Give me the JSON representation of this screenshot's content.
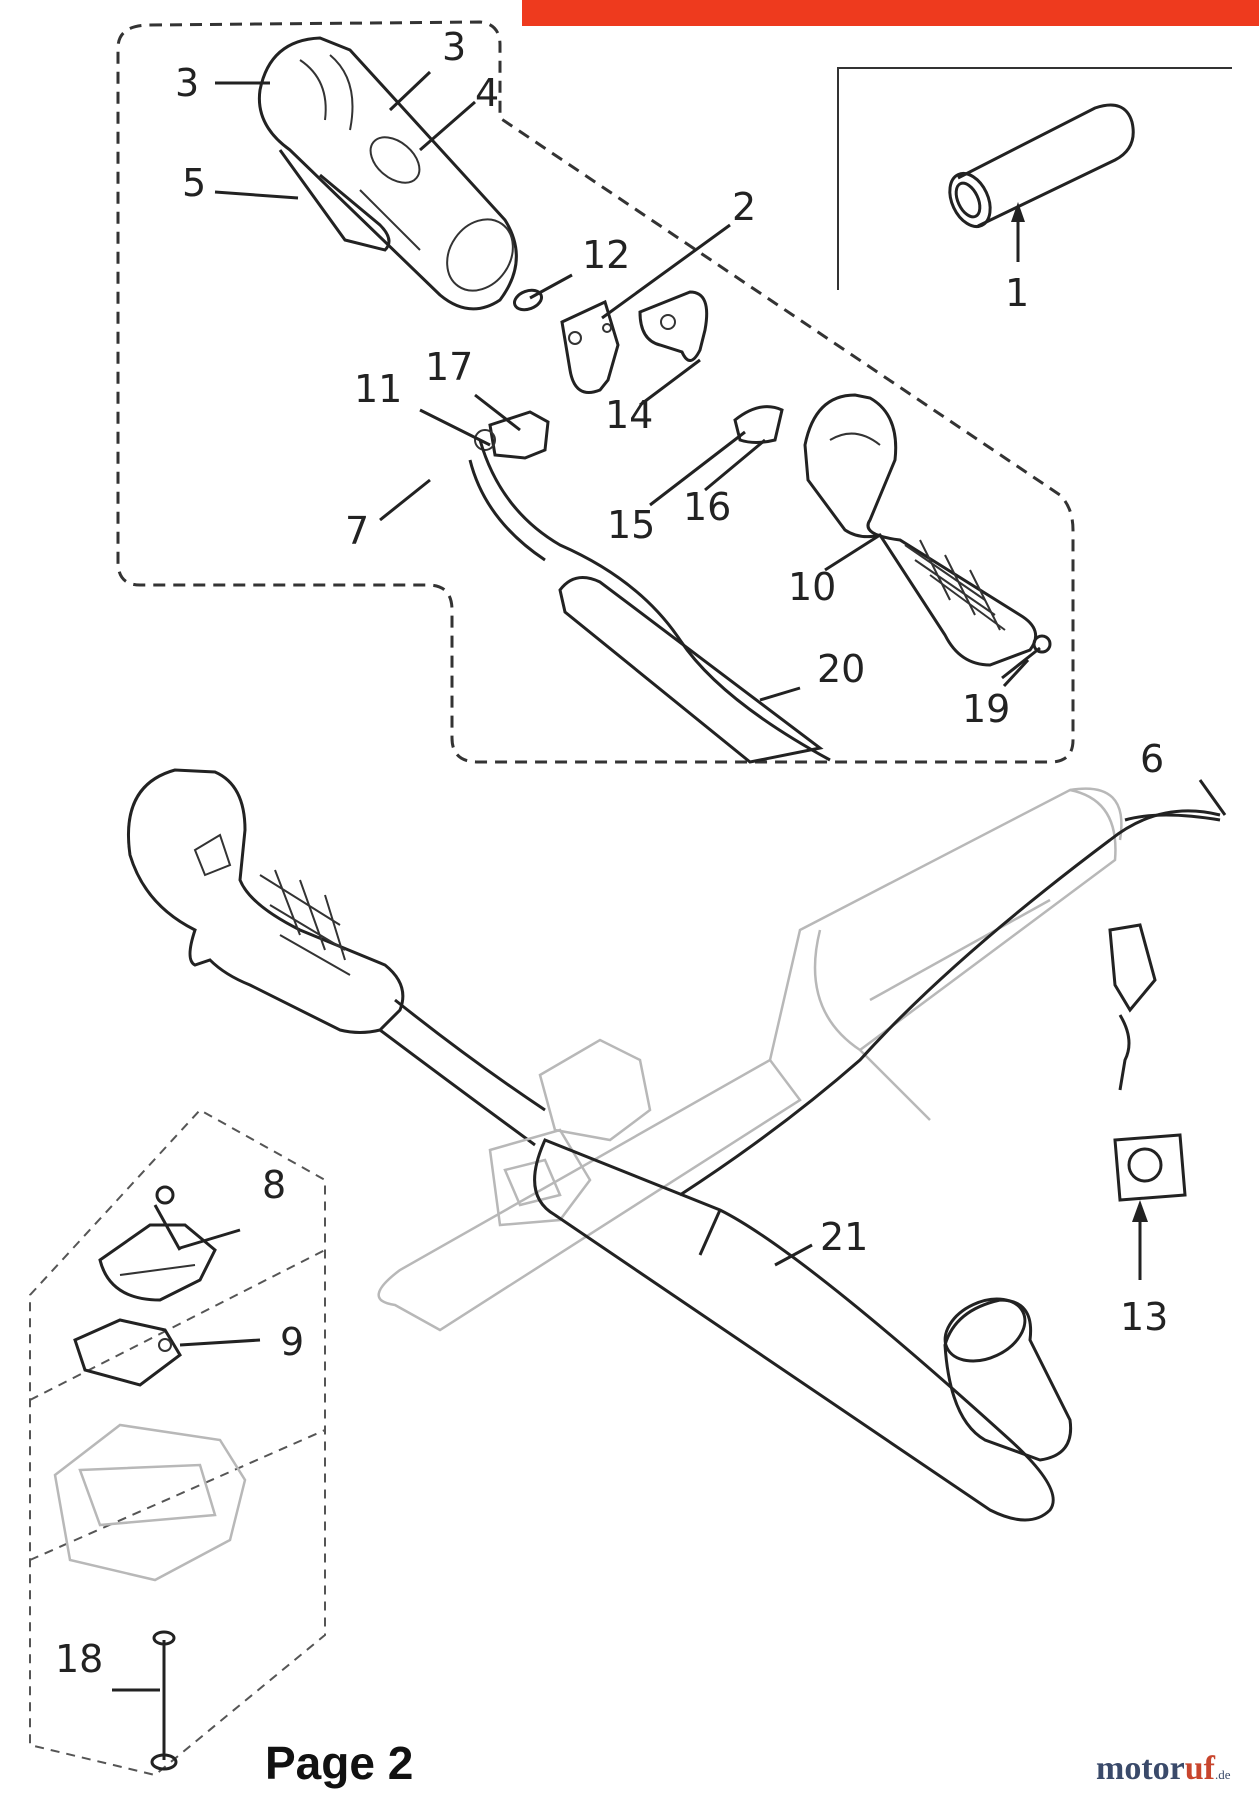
{
  "diagram": {
    "accent_color": "#ee3a1e",
    "callouts": [
      "1",
      "2",
      "3",
      "3",
      "4",
      "5",
      "6",
      "7",
      "8",
      "9",
      "10",
      "11",
      "12",
      "13",
      "14",
      "15",
      "16",
      "17",
      "18",
      "19",
      "20",
      "21"
    ],
    "page_label": "Page 2",
    "brand": {
      "main": "motor",
      "accent": "uf",
      "tld": ".de"
    }
  }
}
